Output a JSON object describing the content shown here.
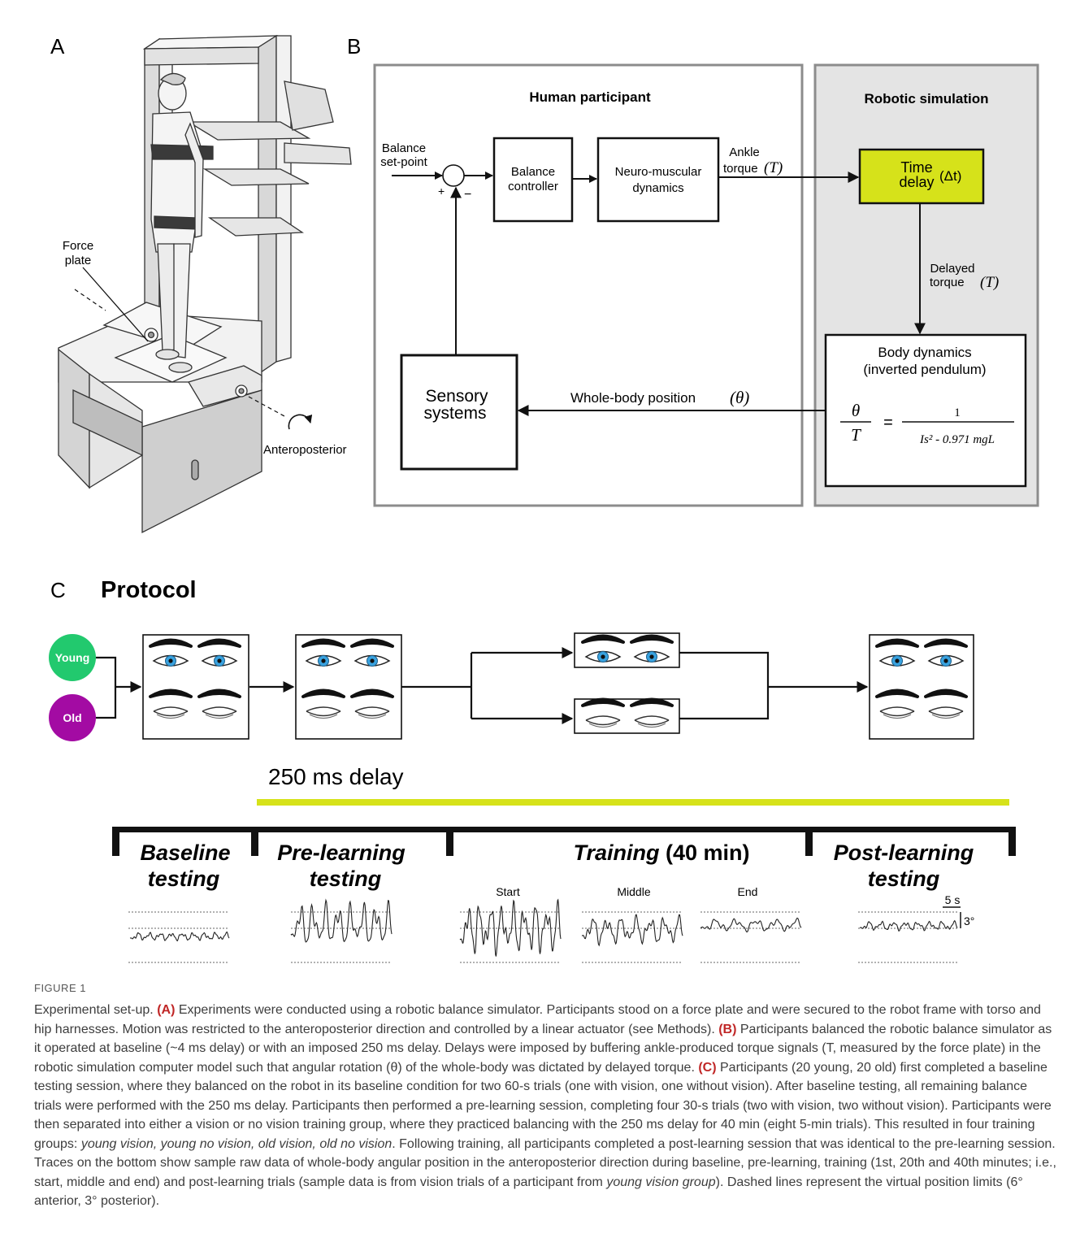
{
  "panels": {
    "a": "A",
    "b": "B",
    "c": "C"
  },
  "panel_a": {
    "force_plate": [
      "Force",
      "plate"
    ],
    "anteroposterior": "Anteroposterior"
  },
  "panel_b": {
    "human_title": "Human participant",
    "robot_title": "Robotic simulation",
    "setpoint": [
      "Balance",
      "set-point"
    ],
    "plus": "+",
    "minus": "−",
    "balance_controller": [
      "Balance",
      "controller"
    ],
    "neuro": [
      "Neuro-muscular",
      "dynamics"
    ],
    "ankle_torque": [
      "Ankle",
      "torque"
    ],
    "torque_symbol": "(T)",
    "time_delay": [
      "Time",
      "delay"
    ],
    "delta_t": "(Δt)",
    "delayed_torque": [
      "Delayed",
      "torque"
    ],
    "body_dynamics": [
      "Body dynamics",
      "(inverted pendulum)"
    ],
    "sensory": [
      "Sensory",
      "systems"
    ],
    "whole_body": "Whole-body position",
    "theta_symbol": "(θ)",
    "eq_num_left": "θ",
    "eq_den_left": "T",
    "eq_equals": "=",
    "eq_num_right": "1",
    "eq_den_right": "Is² - 0.971 mgL"
  },
  "panel_c": {
    "title": "Protocol",
    "young": "Young",
    "old": "Old",
    "delay_label": "250 ms delay",
    "phases": {
      "baseline": [
        "Baseline",
        "testing"
      ],
      "pre": [
        "Pre-learning",
        "testing"
      ],
      "training_italic": "Training",
      "training_rest": " (40 min)",
      "post": [
        "Post-learning",
        "testing"
      ]
    },
    "trace_labels": [
      "Start",
      "Middle",
      "End"
    ],
    "scale_time": "5 s",
    "scale_angle": "3°"
  },
  "colors": {
    "young": "#22c96e",
    "old": "#a30ba3",
    "time_delay_fill": "#d6e21a",
    "delay_bar": "#d6e21a",
    "robot_panel": "#e4e4e4",
    "panel_border": "#8c8c8c",
    "eye_iris": "#39a2df",
    "caption_bold": "#c02626"
  },
  "caption": {
    "label": "FIGURE 1",
    "intro": "Experimental set-up. ",
    "a_tag": "(A)",
    "a_text": " Experiments were conducted using a robotic balance simulator. Participants stood on a force plate and were secured to the robot frame with torso and hip harnesses. Motion was restricted to the anteroposterior direction and controlled by a linear actuator (see Methods). ",
    "b_tag": "(B)",
    "b_text": " Participants balanced the robotic balance simulator as it operated at baseline (~4 ms delay) or with an imposed 250 ms delay. Delays were imposed by buffering ankle-produced torque signals (T, measured by the force plate) in the robotic simulation computer model such that angular rotation (θ) of the whole-body was dictated by delayed torque. ",
    "c_tag": "(C)",
    "c_text1": " Participants (20 young, 20 old) first completed a baseline testing session, where they balanced on the robot in its baseline condition for two 60-s trials (one with vision, one without vision). After baseline testing, all remaining balance trials were performed with the 250 ms delay. Participants then performed a pre-learning session, completing four 30-s trials (two with vision, two without vision). Participants were then separated into either a vision or no vision training group, where they practiced balancing with the 250 ms delay for 40 min (eight 5-min trials). This resulted in four training groups: ",
    "c_groups": "young vision, young no vision, old vision, old no vision",
    "c_text2": ". Following training, all participants completed a post-learning session that was identical to the pre-learning session. Traces on the bottom show sample raw data of whole-body angular position in the anteroposterior direction during baseline, pre-learning, training (1st, 20th and 40th minutes; i.e., start, middle and end) and post-learning trials (sample data is from vision trials of a participant from ",
    "c_group_name": "young vision group",
    "c_text3": "). Dashed lines represent the virtual position limits (6° anterior, 3° posterior)."
  }
}
